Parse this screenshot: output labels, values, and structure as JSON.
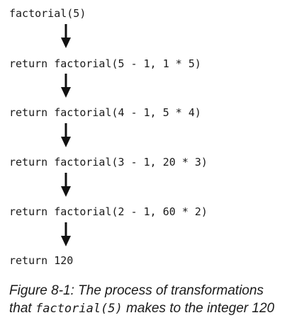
{
  "steps": [
    "factorial(5)",
    "return factorial(5 - 1, 1 * 5)",
    "return factorial(4 - 1, 5 * 4)",
    "return factorial(3 - 1, 20 * 3)",
    "return factorial(2 - 1, 60 * 2)",
    "return 120"
  ],
  "caption": {
    "line1": "Figure 8-1: The process of transformations",
    "line2_prefix": "that ",
    "line2_code": "factorial(5)",
    "line2_suffix": " makes to the integer 120"
  }
}
